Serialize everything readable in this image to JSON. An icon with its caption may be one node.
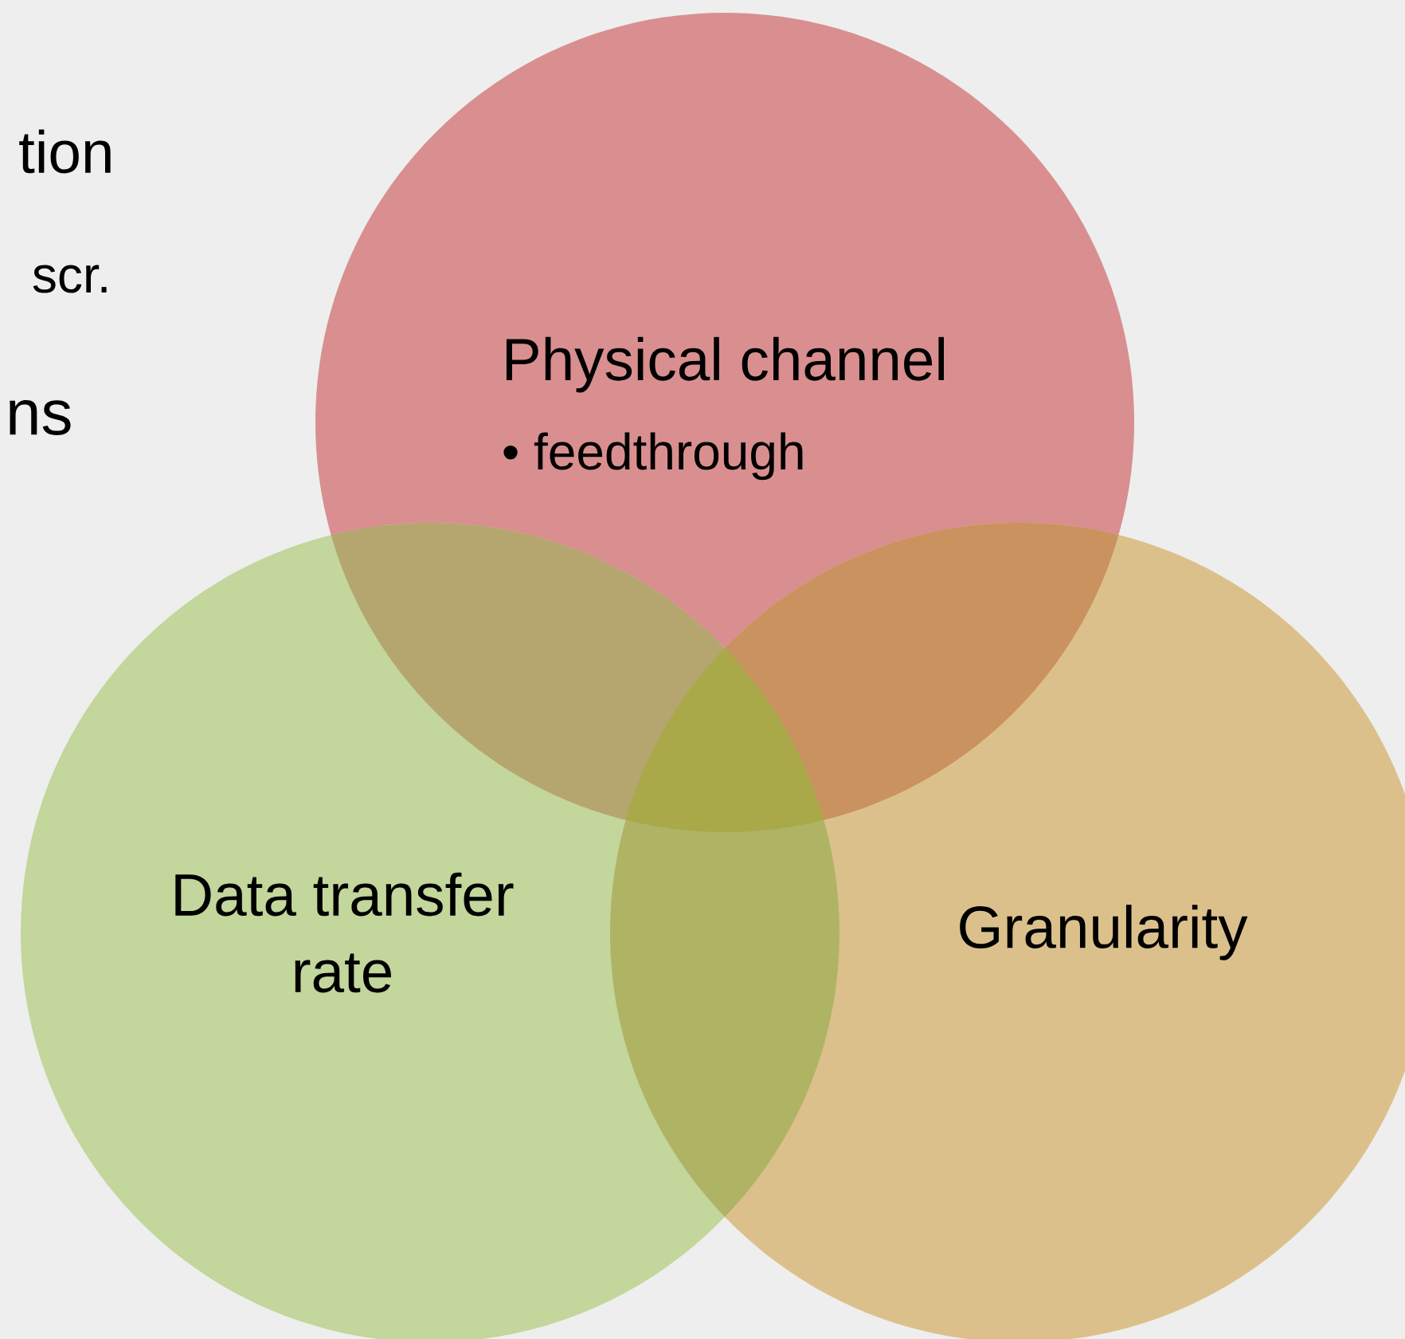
{
  "diagram": {
    "nodes": [
      {
        "text": [
          "Physical channel",
          "• feedthrough"
        ]
      },
      {
        "text": [
          "Data transfer rate"
        ]
      },
      {
        "text": [
          "Granularity"
        ]
      }
    ],
    "labels": [
      "tion",
      "scr.",
      "ns"
    ]
  }
}
